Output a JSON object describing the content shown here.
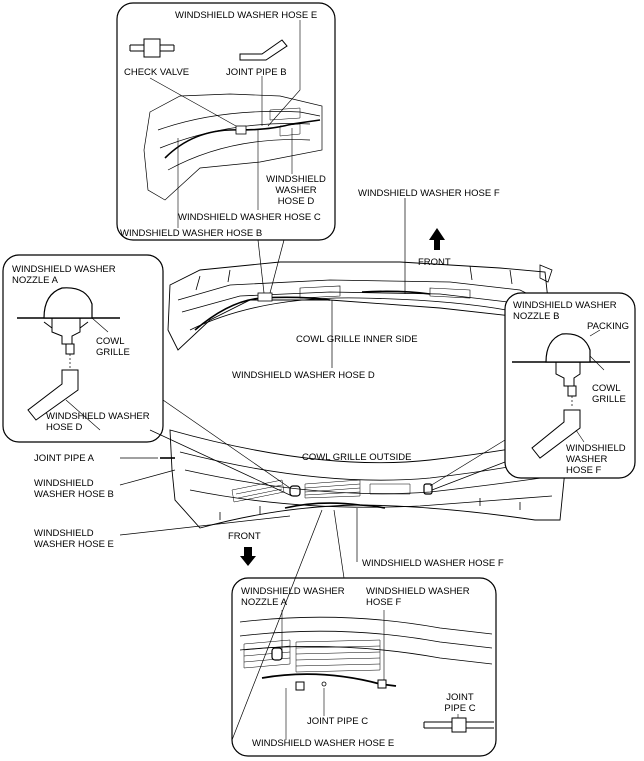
{
  "labels": {
    "washer_hose_e_top": "WINDSHIELD WASHER HOSE E",
    "check_valve": "CHECK VALVE",
    "joint_pipe_b": "JOINT PIPE B",
    "washer_hose_d_top_l1": "WINDSHIELD",
    "washer_hose_d_top_l2": "WASHER",
    "washer_hose_d_top_l3": "HOSE D",
    "washer_hose_c": "WINDSHIELD WASHER HOSE C",
    "washer_hose_b_top": "WINDSHIELD WASHER HOSE B",
    "washer_hose_f_top": "WINDSHIELD WASHER HOSE F",
    "front_top": "FRONT",
    "nozzle_a_left_l1": "WINDSHIELD WASHER",
    "nozzle_a_left_l2": "NOZZLE A",
    "cowl_grille_left_l1": "COWL",
    "cowl_grille_left_l2": "GRILLE",
    "washer_hose_d_left_l1": "WINDSHIELD WASHER",
    "washer_hose_d_left_l2": "HOSE D",
    "cowl_grille_inner_side": "COWL GRILLE INNER SIDE",
    "washer_hose_d_center": "WINDSHIELD WASHER HOSE D",
    "nozzle_b_right_l1": "WINDSHIELD WASHER",
    "nozzle_b_right_l2": "NOZZLE B",
    "packing": "PACKING",
    "cowl_grille_right_l1": "COWL",
    "cowl_grille_right_l2": "GRILLE",
    "washer_hose_f_right_l1": "WINDSHIELD",
    "washer_hose_f_right_l2": "WASHER",
    "washer_hose_f_right_l3": "HOSE F",
    "joint_pipe_a": "JOINT PIPE A",
    "washer_hose_b_left_l1": "WINDSHIELD",
    "washer_hose_b_left_l2": "WASHER HOSE B",
    "cowl_grille_outside": "COWL GRILLE OUTSIDE",
    "washer_hose_e_left_l1": "WINDSHIELD",
    "washer_hose_e_left_l2": "WASHER HOSE E",
    "front_bottom": "FRONT",
    "washer_hose_f_center": "WINDSHIELD WASHER HOSE F",
    "nozzle_a_bottom_l1": "WINDSHIELD WASHER",
    "nozzle_a_bottom_l2": "NOZZLE A",
    "washer_hose_f_bottom_l1": "WINDSHIELD WASHER",
    "washer_hose_f_bottom_l2": "HOSE F",
    "joint_pipe_c_center": "JOINT PIPE C",
    "joint_pipe_c_right_l1": "JOINT",
    "joint_pipe_c_right_l2": "PIPE C",
    "washer_hose_e_bottom": "WINDSHIELD WASHER HOSE E"
  }
}
